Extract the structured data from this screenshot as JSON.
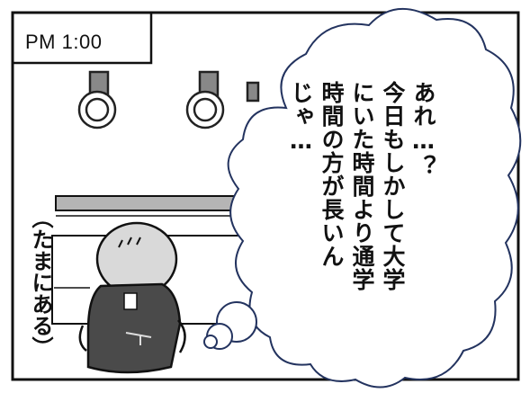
{
  "panel": {
    "time_label": "PM 1:00"
  },
  "speech": {
    "lines": [
      "あれ…？",
      "今日もしかして大学",
      "にいた時間より通学",
      "時間の方が長いん",
      "じゃ…"
    ]
  },
  "side_note": "（たまにある）"
}
